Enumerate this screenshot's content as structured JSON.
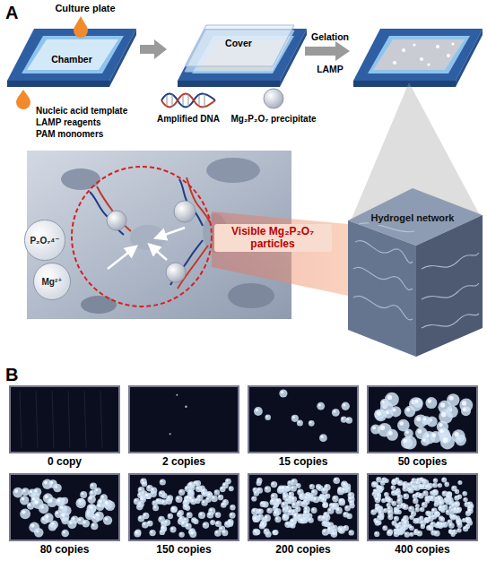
{
  "diagram": {
    "nodes": [
      {
        "text": [
          "P₂O₇⁴⁻"
        ]
      },
      {
        "text": [
          "Mg²⁺"
        ]
      },
      {
        "text": [
          "0 copy"
        ]
      },
      {
        "text": [
          "2 copies"
        ]
      },
      {
        "text": [
          "15 copies"
        ]
      },
      {
        "text": [
          "50 copies"
        ]
      },
      {
        "text": [
          "80 copies"
        ]
      },
      {
        "text": [
          "150 copies"
        ]
      },
      {
        "text": [
          "200 copies"
        ]
      },
      {
        "text": [
          "400 copies"
        ]
      }
    ],
    "labels": [
      "A",
      "Culture plate",
      "Chamber",
      "Cover",
      "Gelation",
      "LAMP",
      "Nucleic acid template",
      "LAMP reagents",
      "PAM monomers",
      "Amplified DNA",
      "Mg₂P₂O₇ precipitate",
      "Visible Mg₂P₂O₇ particles",
      "Hydrogel network",
      "B"
    ]
  }
}
